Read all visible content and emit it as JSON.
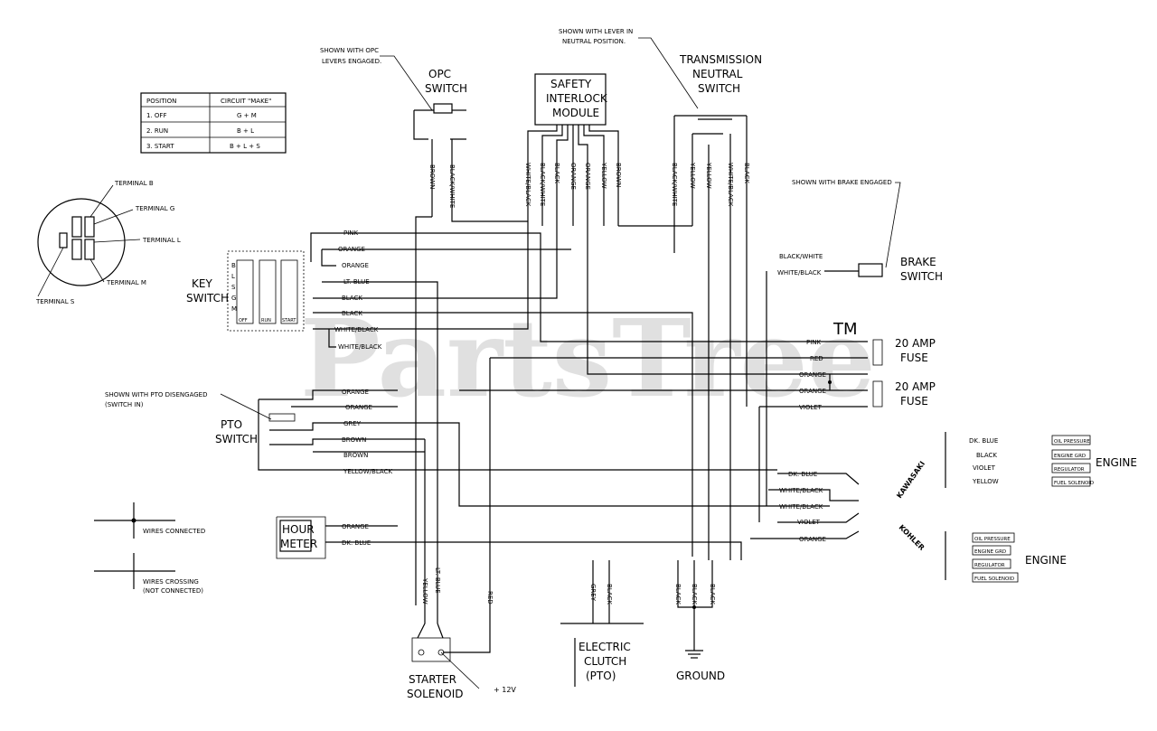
{
  "watermark": {
    "text": "PartsTree",
    "tm": "TM"
  },
  "notes": {
    "ops": [
      "SHOWN WITH OPC",
      "LEVERS ENGAGED."
    ],
    "neutral": [
      "SHOWN WITH LEVER IN",
      "NEUTRAL POSITION."
    ],
    "brake": "SHOWN WITH BRAKE ENGAGED",
    "pto": [
      "SHOWN WITH PTO DISENGAGED",
      "(SWITCH IN)"
    ],
    "wires_connected": "WIRES CONNECTED",
    "wires_crossing": [
      "WIRES CROSSING",
      "(NOT CONNECTED)"
    ]
  },
  "key_table": {
    "headers": [
      "POSITION",
      "CIRCUIT \"MAKE\""
    ],
    "rows": [
      [
        "1. OFF",
        "G + M"
      ],
      [
        "2. RUN",
        "B + L"
      ],
      [
        "3. START",
        "B + L + S"
      ]
    ]
  },
  "components": {
    "opc_switch": [
      "OPC",
      "SWITCH"
    ],
    "safety_module": [
      "SAFETY",
      "INTERLOCK",
      "MODULE"
    ],
    "trans_switch": [
      "TRANSMISSION",
      "NEUTRAL",
      "SWITCH"
    ],
    "key_switch": [
      "KEY",
      "SWITCH"
    ],
    "brake_switch": [
      "BRAKE",
      "SWITCH"
    ],
    "fuse_top": [
      "20 AMP",
      "FUSE"
    ],
    "fuse_bottom": [
      "20 AMP",
      "FUSE"
    ],
    "pto_switch": [
      "PTO",
      "SWITCH"
    ],
    "hour_meter": [
      "HOUR",
      "METER"
    ],
    "engine_top": "ENGINE",
    "engine_bottom": "ENGINE",
    "kawasaki": "KAWASAKI",
    "kohler": "KOHLER",
    "starter": [
      "STARTER",
      "SOLENOID"
    ],
    "clutch": [
      "ELECTRIC",
      "CLUTCH",
      "(PTO)"
    ],
    "ground": "GROUND",
    "plus12": "+ 12V"
  },
  "terminals": {
    "b": "TERMINAL B",
    "g": "TERMINAL G",
    "l": "TERMINAL L",
    "m": "TERMINAL M",
    "s": "TERMINAL S"
  },
  "key_pins": [
    "B",
    "L",
    "S",
    "G",
    "M"
  ],
  "key_positions": [
    "OFF",
    "RUN",
    "START"
  ],
  "vertical_wires_top": {
    "opc": [
      "BROWN",
      "BLACK/WHITE"
    ],
    "module": [
      "WHITE/BLACK",
      "BLACK/WHITE",
      "BLACK",
      "ORANGE",
      "ORANGE",
      "YELLOW",
      "BROWN"
    ],
    "trans": [
      "BLACK/WHITE",
      "YELLOW",
      "YELLOW",
      "WHITE/BLACK",
      "BLACK"
    ]
  },
  "key_wires": [
    "PINK",
    "ORANGE",
    "ORANGE",
    "LT. BLUE",
    "BLACK",
    "BLACK",
    "WHITE/BLACK",
    "WHITE/BLACK"
  ],
  "pto_wires": [
    "ORANGE",
    "ORANGE",
    "GREY",
    "BROWN",
    "BROWN",
    "YELLOW/BLACK"
  ],
  "brake_wires": [
    "BLACK/WHITE",
    "WHITE/BLACK"
  ],
  "fuse_wires": [
    "PINK",
    "RED",
    "ORANGE",
    "ORANGE",
    "VIOLET"
  ],
  "engine_wires": [
    "DK. BLUE",
    "WHITE/BLACK",
    "WHITE/BLACK",
    "VIOLET",
    "ORANGE"
  ],
  "hour_wires": [
    "ORANGE",
    "DK. BLUE"
  ],
  "bottom_wires": [
    "YELLOW",
    "LT. BLUE",
    "RED",
    "GREY",
    "BLACK",
    "BLACK",
    "BLACK",
    "BLACK"
  ],
  "kawasaki_labels": [
    "DK. BLUE",
    "BLACK",
    "VIOLET",
    "YELLOW"
  ],
  "kawasaki_boxes": [
    "OIL PRESSURE",
    "ENGINE GRD",
    "REGULATOR",
    "FUEL SOLENOID"
  ],
  "kohler_boxes": [
    "OIL PRESSURE",
    "ENGINE GRD",
    "REGULATOR",
    "FUEL SOLENOID"
  ]
}
